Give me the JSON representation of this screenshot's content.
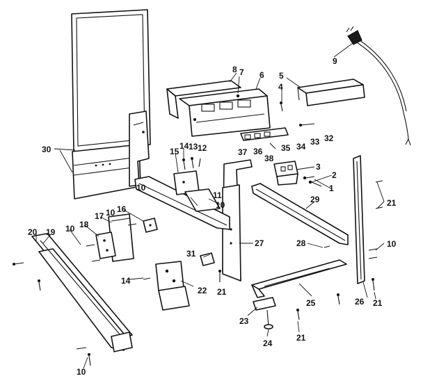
{
  "diagram": {
    "callouts": {
      "c1": "1",
      "c2": "2",
      "c3": "3",
      "c4": "4",
      "c5": "5",
      "c6": "6",
      "c7": "7",
      "c8": "8",
      "c9": "9",
      "c10a": "10",
      "c10b": "10",
      "c10c": "10",
      "c10d": "10",
      "c10e": "10",
      "c10f": "10",
      "c11": "11",
      "c12": "12",
      "c13": "13",
      "c14a": "14",
      "c14b": "14",
      "c15": "15",
      "c16": "16",
      "c17": "17",
      "c18": "18",
      "c19": "19",
      "c20": "20",
      "c21a": "21",
      "c21b": "21",
      "c21c": "21",
      "c21d": "21",
      "c22": "22",
      "c23": "23",
      "c24": "24",
      "c25": "25",
      "c26": "26",
      "c27": "27",
      "c28": "28",
      "c29": "29",
      "c30": "30",
      "c31": "31",
      "c32": "32",
      "c33": "33",
      "c34": "34",
      "c35": "35",
      "c36": "36",
      "c37": "37",
      "c38": "38"
    }
  }
}
